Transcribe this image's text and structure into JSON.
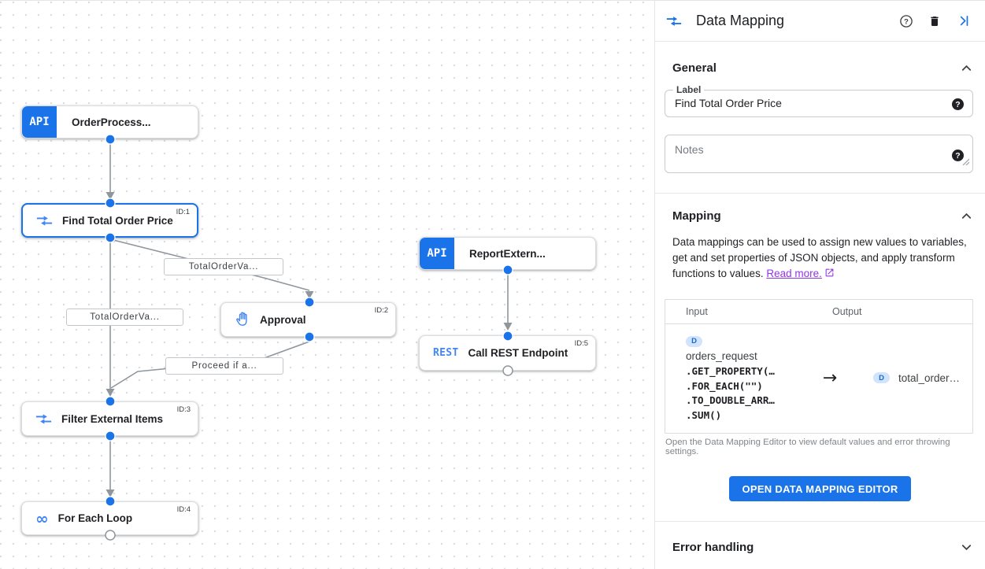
{
  "colors": {
    "accent": "#1a73e8",
    "icon_blue": "#4285f4",
    "edge": "#8f969c",
    "border": "#dadce0",
    "text": "#202124",
    "text_secondary": "#5f6368",
    "link": "#9334e6",
    "badge_bg": "#d2e3fc",
    "badge_text": "#1967d2",
    "button_bg": "#1a73e8",
    "button_text": "#ffffff"
  },
  "canvas": {
    "nodes": [
      {
        "badge": "API",
        "label": "OrderProcess..."
      },
      {
        "label": "Find Total Order Price",
        "task_id": "ID:1",
        "icon": "data-mapping-icon",
        "selected": true
      },
      {
        "label": "Approval",
        "task_id": "ID:2",
        "icon": "hand-icon"
      },
      {
        "badge": "API",
        "label": "ReportExtern..."
      },
      {
        "badge": "REST",
        "label": "Call REST Endpoint",
        "task_id": "ID:5"
      },
      {
        "label": "Filter External Items",
        "task_id": "ID:3",
        "icon": "data-mapping-icon"
      },
      {
        "label": "For Each Loop",
        "task_id": "ID:4",
        "icon": "infinity-icon"
      }
    ],
    "edge_labels": [
      "TotalOrderVa...",
      "TotalOrderVa...",
      "Proceed if a..."
    ]
  },
  "panel": {
    "title": "Data Mapping",
    "general": {
      "heading": "General",
      "label_field": {
        "label": "Label",
        "value": "Find Total Order Price"
      },
      "notes_field": {
        "placeholder": "Notes"
      }
    },
    "mapping": {
      "heading": "Mapping",
      "description": "Data mappings can be used to assign new values to variables, get and set properties of JSON objects, and apply transform functions to values.",
      "read_more": "Read more.",
      "table": {
        "input_header": "Input",
        "output_header": "Output",
        "row": {
          "input_badge": "D",
          "input_variable": "orders_request",
          "input_functions": [
            ".GET_PROPERTY(…",
            ".FOR_EACH(\"\")",
            ".TO_DOUBLE_ARR…",
            ".SUM()"
          ],
          "arrow": "→",
          "output_badge": "D",
          "output_variable": "total_order…"
        }
      },
      "caption": "Open the Data Mapping Editor to view default values and error throwing settings.",
      "button_label": "OPEN DATA MAPPING EDITOR"
    },
    "error_handling": {
      "heading": "Error handling"
    }
  }
}
